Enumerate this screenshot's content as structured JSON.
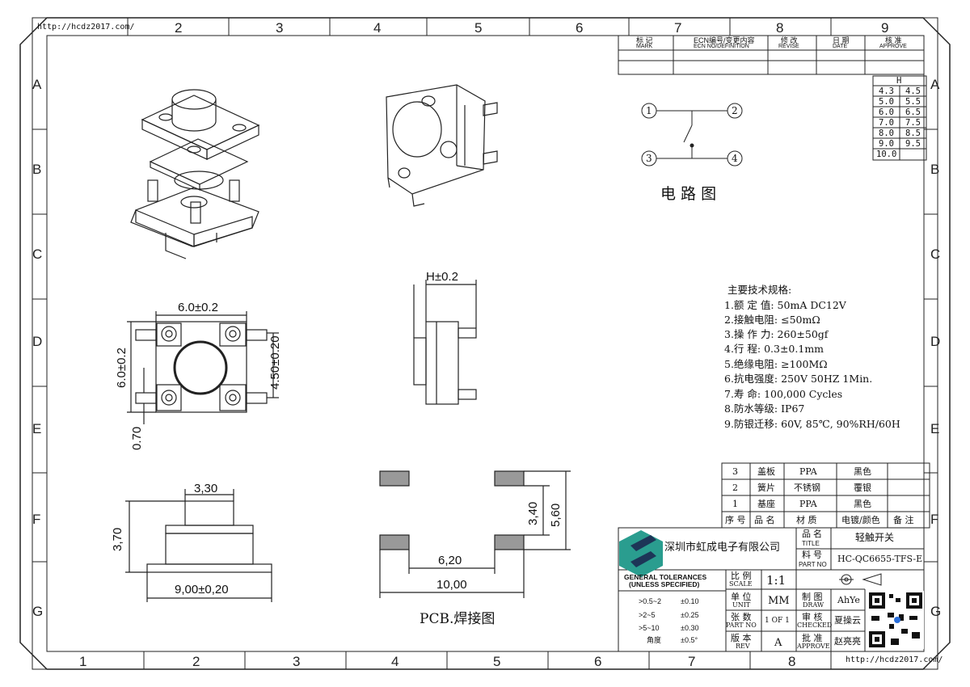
{
  "urls": {
    "top_left": "http://hcdz2017.com/",
    "bottom_right": "http://hcdz2017.com/"
  },
  "zones": {
    "cols_top": [
      "2",
      "3",
      "4",
      "5",
      "6",
      "7",
      "8",
      "9"
    ],
    "cols_bottom": [
      "1",
      "2",
      "3",
      "4",
      "5",
      "6",
      "7",
      "8"
    ],
    "rows": [
      "A",
      "B",
      "C",
      "D",
      "E",
      "F",
      "G"
    ]
  },
  "revision_header": {
    "mark": "标 记",
    "mark_en": "MARK",
    "ecn": "ECN编号/变更内容",
    "ecn_en": "ECN NO/DEFINITION",
    "revise": "修 改",
    "revise_en": "REVISE",
    "date": "日 期",
    "date_en": "DATE",
    "approve": "核 准",
    "approve_en": "APPROVE"
  },
  "h_table": {
    "header": "H",
    "rows": [
      [
        "4.3",
        "4.5"
      ],
      [
        "5.0",
        "5.5"
      ],
      [
        "6.0",
        "6.5"
      ],
      [
        "7.0",
        "7.5"
      ],
      [
        "8.0",
        "8.5"
      ],
      [
        "9.0",
        "9.5"
      ],
      [
        "10.0",
        ""
      ]
    ]
  },
  "circuit": {
    "title": "电 路 图",
    "pins": [
      "1",
      "2",
      "3",
      "4"
    ]
  },
  "dimensions": {
    "width_top": "6.0±0.2",
    "height_left": "6.0±0.2",
    "height_right": "4.50±0.20",
    "offset": "0.70",
    "h": "H±0.2",
    "btn_width": "3,30",
    "total_height": "3,70",
    "base_width": "9,00±0,20",
    "pcb_inner": "6,20",
    "pcb_outer": "10,00",
    "pcb_h_inner": "3,40",
    "pcb_h_outer": "5,60"
  },
  "pcb_label": "PCB.焊接图",
  "specs": {
    "title": "主要技术规格:",
    "items": [
      "1.额 定 值: 50mA DC12V",
      "2.接触电阻: ≤50mΩ",
      "3.操 作 力: 260±50gf",
      "4.行    程: 0.3±0.1mm",
      "5.绝缘电阻: ≥100MΩ",
      "6.抗电强度: 250V 50HZ 1Min.",
      "7.寿    命: 100,000 Cycles",
      "8.防水等级: IP67",
      "9.防银迁移: 60V, 85℃, 90%RH/60H"
    ]
  },
  "bom": {
    "rows": [
      [
        "3",
        "盖板",
        "PPA",
        "黑色",
        ""
      ],
      [
        "2",
        "簧片",
        "不锈钢",
        "覆银",
        ""
      ],
      [
        "1",
        "基座",
        "PPA",
        "黑色",
        ""
      ]
    ],
    "header": [
      "序 号",
      "品 名",
      "材 质",
      "电镀/颜色",
      "备 注"
    ]
  },
  "title_block": {
    "company": "深圳市虹成电子有限公司",
    "name_label": "品 名",
    "name_label_en": "TITLE",
    "name_value": "轻触开关",
    "part_label": "料 号",
    "part_label_en": "PART NO",
    "part_value": "HC-QC6655-TFS-E",
    "tol_title1": "GENERAL TOLERANCES",
    "tol_title2": "(UNLESS SPECIFIED)",
    "tolerances": [
      [
        ">0.5~2",
        "±0.10"
      ],
      [
        ">2~5",
        "±0.25"
      ],
      [
        ">5~10",
        "±0.30"
      ],
      [
        "角度",
        "±0.5°"
      ]
    ],
    "scale_label": "比 例",
    "scale_en": "SCALE",
    "scale_value": "1:1",
    "unit_label": "单 位",
    "unit_en": "UNIT",
    "unit_value": "MM",
    "sheet_label": "张 数",
    "sheet_en": "PART NO",
    "sheet_value": "1 OF 1",
    "rev_label": "版 本",
    "rev_en": "REV",
    "rev_value": "A",
    "draw_label": "制 图",
    "draw_en": "DRAW",
    "draw_value": "AhYe",
    "check_label": "审 核",
    "check_en": "CHECKED",
    "check_value": "夏操云",
    "approve_label": "批 准",
    "approve_en": "APPROVE",
    "approve_value": "赵亮亮"
  }
}
